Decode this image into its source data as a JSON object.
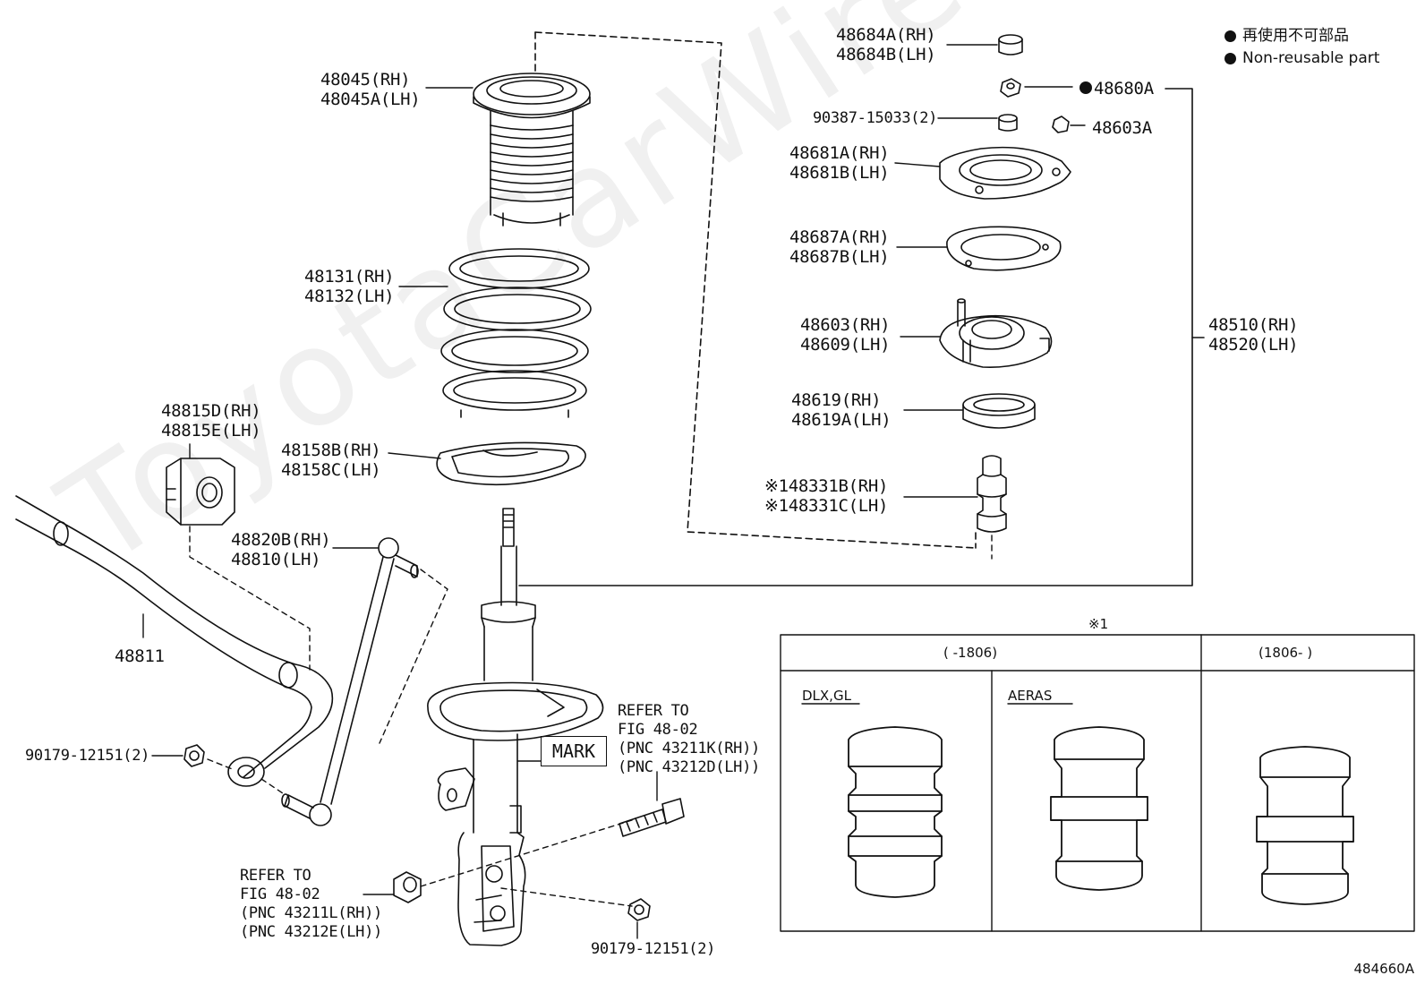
{
  "legend": {
    "line_jp": "再使用不可部品",
    "line_en": "Non-reusable part"
  },
  "watermark": "ToyotaCarWire.ru",
  "diagram_code": "484660A",
  "parts": {
    "p48045": [
      "48045(RH)",
      "48045A(LH)"
    ],
    "p48131": [
      "48131(RH)",
      "48132(LH)"
    ],
    "p48158": [
      "48158B(RH)",
      "48158C(LH)"
    ],
    "p48815": [
      "48815D(RH)",
      "48815E(LH)"
    ],
    "p48820": [
      "48820B(RH)",
      "48810(LH)"
    ],
    "p48811": [
      "48811"
    ],
    "p90179a": [
      "90179-12151(2)"
    ],
    "p90179b": [
      "90179-12151(2)"
    ],
    "p48684": [
      "48684A(RH)",
      "48684B(LH)"
    ],
    "p48680": [
      "48680A"
    ],
    "p90387": [
      "90387-15033(2)"
    ],
    "p48603a": [
      "48603A"
    ],
    "p48681": [
      "48681A(RH)",
      "48681B(LH)"
    ],
    "p48687": [
      "48687A(RH)",
      "48687B(LH)"
    ],
    "p48603": [
      "48603(RH)",
      "48609(LH)"
    ],
    "p48619": [
      "48619(RH)",
      "48619A(LH)"
    ],
    "p48331": [
      "※148331B(RH)",
      "※148331C(LH)"
    ],
    "p48510": [
      "48510(RH)",
      "48520(LH)"
    ],
    "refer_right": [
      "REFER TO",
      "FIG 48-02",
      "(PNC 43211K(RH))",
      "(PNC 43212D(LH))"
    ],
    "refer_left": [
      "REFER TO",
      "FIG 48-02",
      "(PNC 43211L(RH))",
      "(PNC 43212E(LH))"
    ]
  },
  "mark_label": "MARK",
  "note_box": {
    "marker": "※1",
    "range_a": "(    -1806)",
    "range_b": "(1806-    )",
    "col_dlx": "DLX,GL",
    "col_aeras": "AERAS"
  }
}
